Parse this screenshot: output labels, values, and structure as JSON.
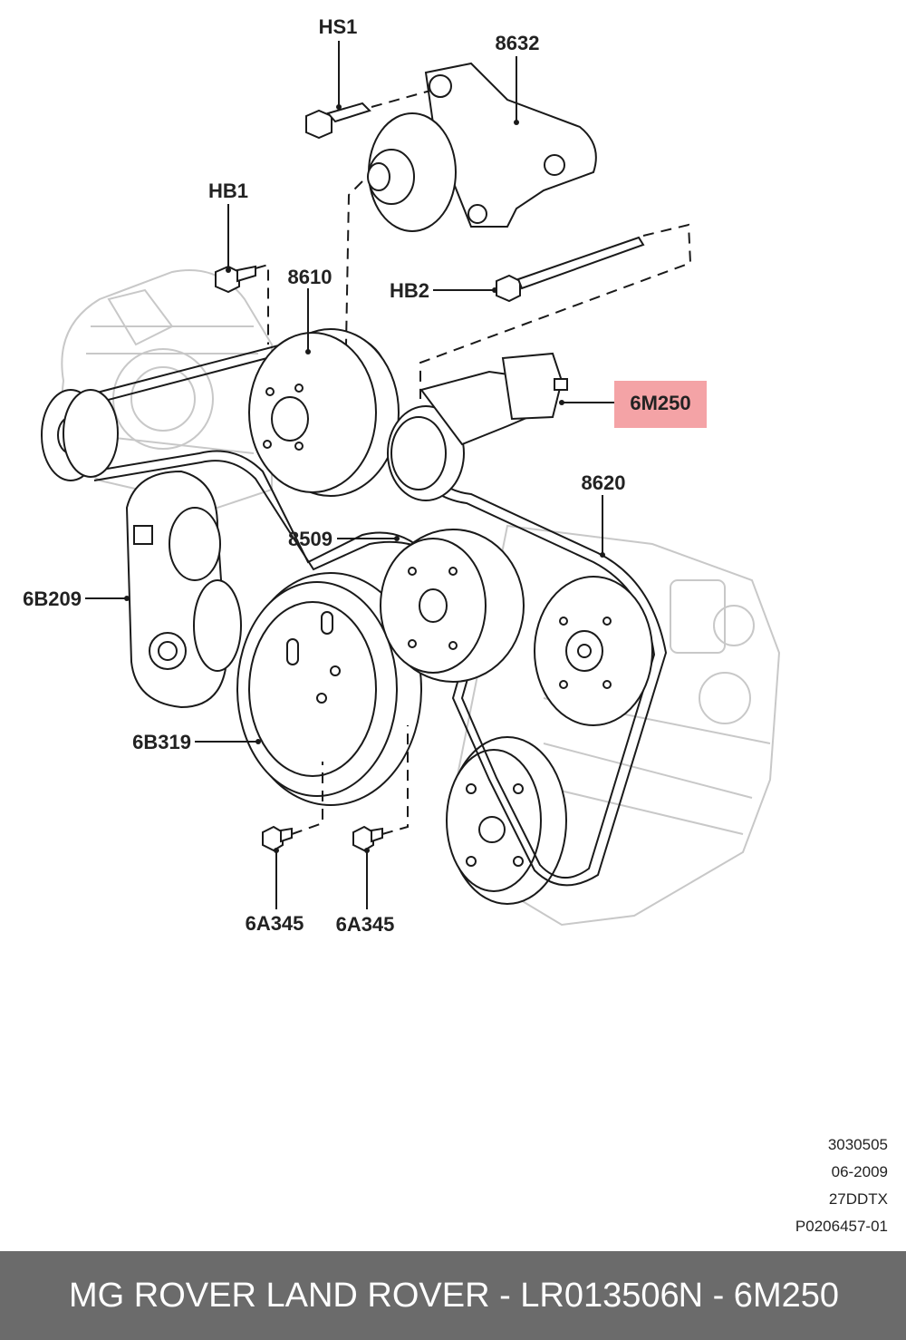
{
  "callouts": {
    "hs1": "HS1",
    "p8632": "8632",
    "hb1": "HB1",
    "p8610": "8610",
    "hb2": "HB2",
    "p6m250": "6M250",
    "p8620": "8620",
    "p8509": "8509",
    "p6b209": "6B209",
    "p6b319": "6B319",
    "p6a345a": "6A345",
    "p6a345b": "6A345"
  },
  "meta": {
    "line1": "3030505",
    "line2": "06-2009",
    "line3": "27DDTX",
    "line4": "P0206457-01"
  },
  "footer": {
    "left": "MG ROVER LAND ROVER - LR013506",
    "right": "N - 6M250"
  },
  "colors": {
    "highlight": "#f4a3a6",
    "footer_bg": "#6b6b6b",
    "line": "#1a1a1a",
    "ghost": "#c4c4c4"
  }
}
